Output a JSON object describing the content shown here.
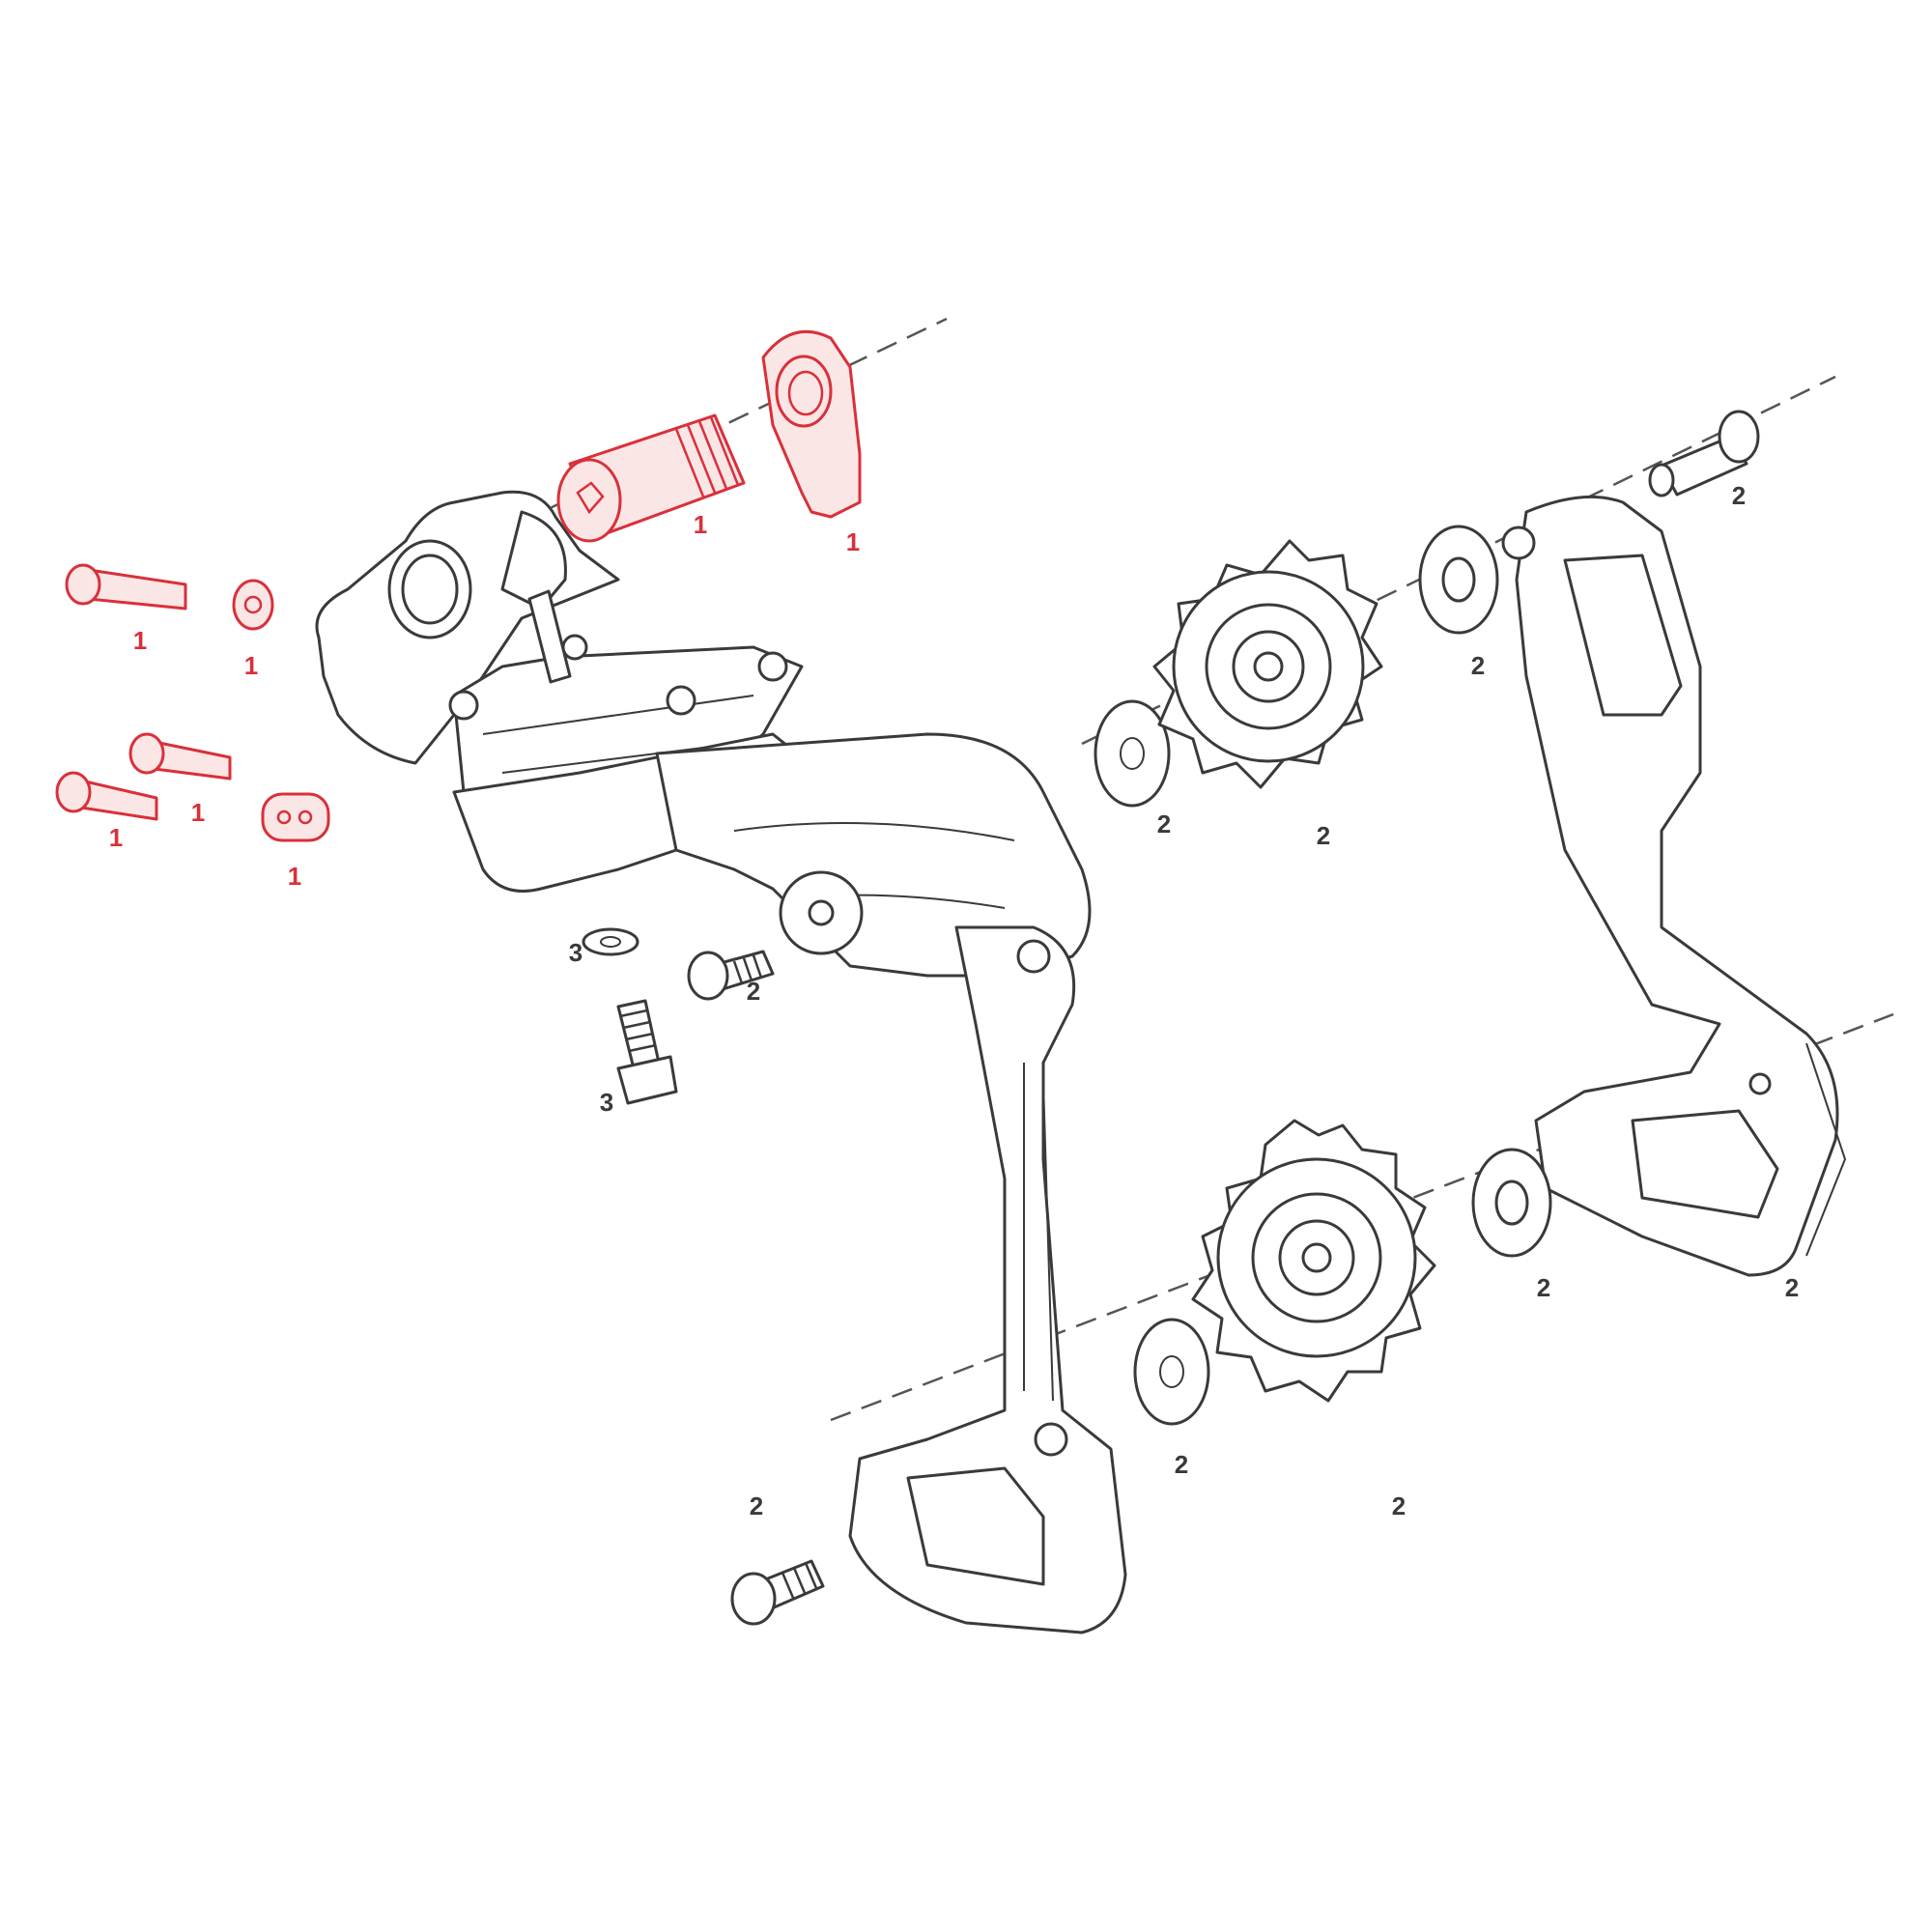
{
  "colors": {
    "kit1": "#d9303a",
    "kit2": "#3a3a3a",
    "kit3": "#3a3a3a"
  },
  "callouts": {
    "b_bolt": "1",
    "b_bolt_washer": "1",
    "clamp_bolt_a": "1",
    "clamp_bolt_b": "1",
    "clamp_nut": "1",
    "main_pivot_bolt": "1",
    "hanger_plate": "1",
    "limit_washer": "3",
    "limit_screw": "3",
    "pivot_bolt_small": "2",
    "upper_pulley_washer_in": "2",
    "upper_pulley": "2",
    "upper_pulley_washer_out": "2",
    "cage_bolt_top": "2",
    "outer_cage": "2",
    "lower_pulley_washer_out": "2",
    "lower_pulley_washer_in": "2",
    "lower_pulley": "2",
    "cage_bolt_bottom": "2"
  }
}
